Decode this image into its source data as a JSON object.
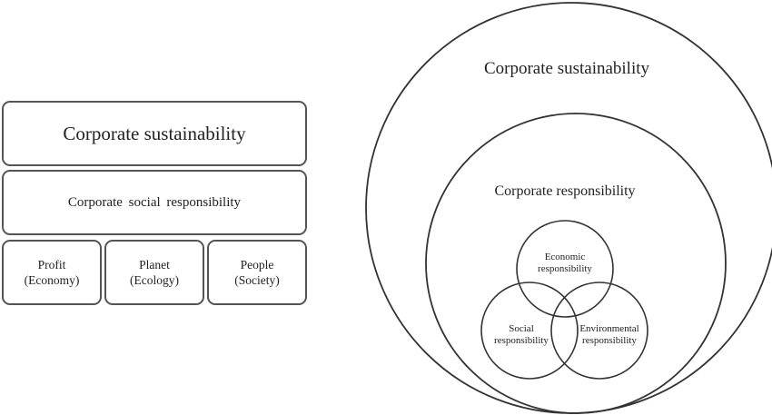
{
  "left": {
    "top_box": "Corporate sustainability",
    "middle_box": "Corporate social responsibility",
    "pillars": [
      {
        "line1": "Profit",
        "line2": "(Economy)"
      },
      {
        "line1": "Planet",
        "line2": "(Ecology)"
      },
      {
        "line1": "People",
        "line2": "(Society)"
      }
    ]
  },
  "right": {
    "outer_label": "Corporate sustainability",
    "inner_label": "Corporate responsibility",
    "venn": {
      "economic": {
        "line1": "Economic",
        "line2": "responsibility"
      },
      "social": {
        "line1": "Social",
        "line2": "responsibility"
      },
      "environmental": {
        "line1": "Environmental",
        "line2": "responsibility"
      }
    }
  }
}
